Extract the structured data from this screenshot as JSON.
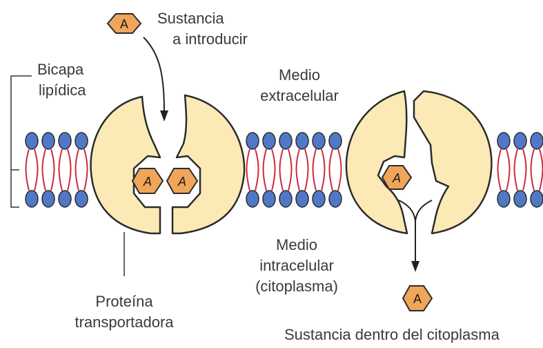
{
  "labels": {
    "substance_in_line1": "Sustancia",
    "substance_in_line2": "a introducir",
    "bilayer_line1": "Bicapa",
    "bilayer_line2": "lipídica",
    "extracellular_line1": "Medio",
    "extracellular_line2": "extracelular",
    "intracellular_line1": "Medio",
    "intracellular_line2": "intracelular",
    "intracellular_line3": "(citoplasma)",
    "protein_line1": "Proteína",
    "protein_line2": "transportadora",
    "substance_out": "Sustancia dentro del citoplasma"
  },
  "molecule_letter": "A",
  "colors": {
    "protein_fill": "#fbe9b6",
    "protein_stroke": "#2b2b2b",
    "head_fill": "#4f79c6",
    "tail_stroke": "#cc2a3c",
    "molecule_fill": "#f0a65a",
    "text": "#3a3a3a"
  }
}
